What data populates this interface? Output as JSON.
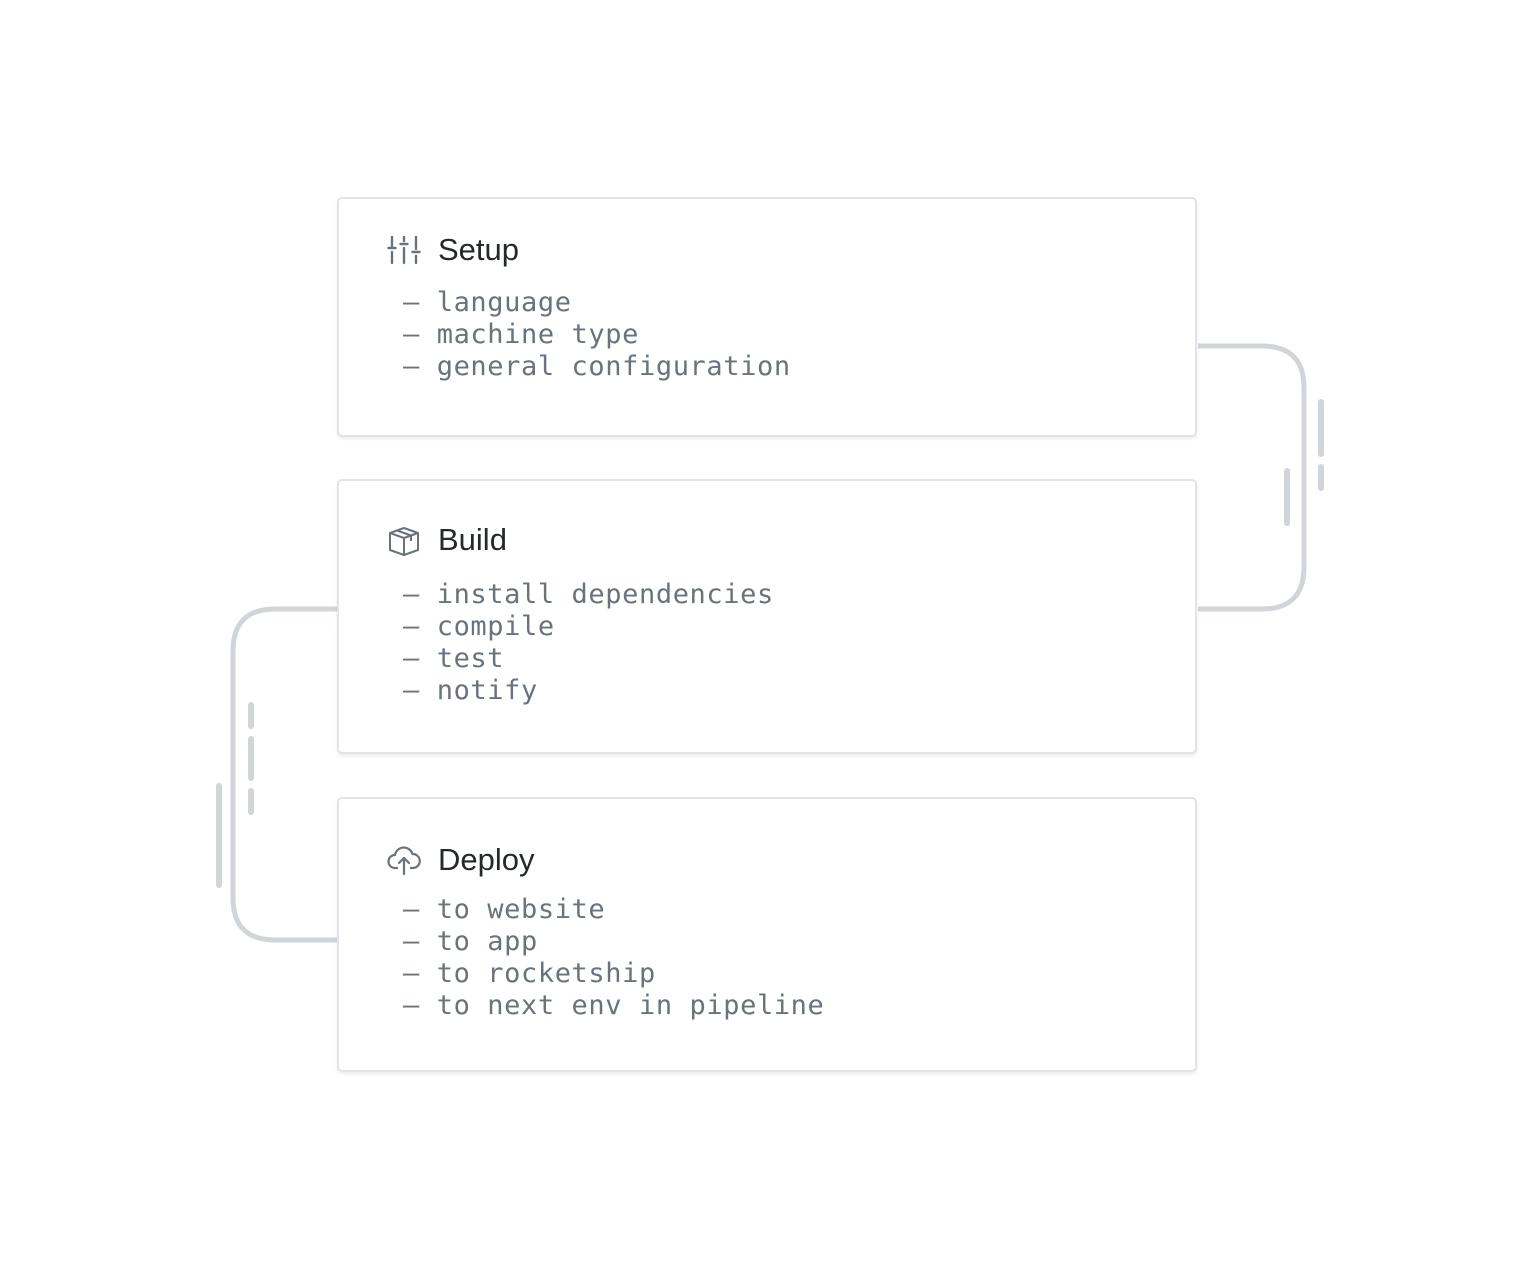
{
  "stages": [
    {
      "title": "Setup",
      "icon": "sliders-icon",
      "items": [
        "language",
        "machine type",
        "general configuration"
      ]
    },
    {
      "title": "Build",
      "icon": "package-icon",
      "items": [
        "install dependencies",
        "compile",
        "test",
        "notify"
      ]
    },
    {
      "title": "Deploy",
      "icon": "cloud-upload-icon",
      "items": [
        "to website",
        "to app",
        "to rocketship",
        "to next env in pipeline"
      ]
    }
  ],
  "bullet": "–",
  "colors": {
    "connector": "#d1d5da",
    "card_border": "#e1e4e8",
    "title": "#24292e",
    "item_text": "#6a737d",
    "icon": "#6a737d"
  }
}
